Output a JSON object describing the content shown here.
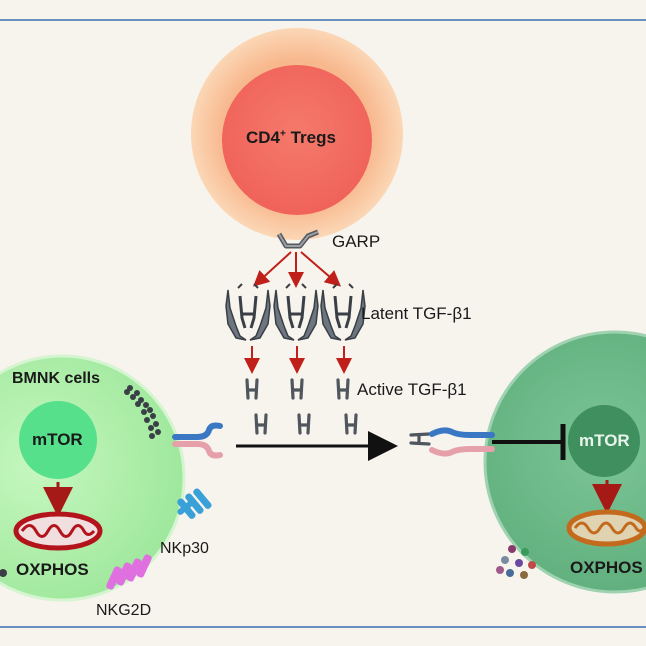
{
  "diagram": {
    "treg_cell": {
      "label_main": "CD4",
      "label_sup": "+",
      "label_rest": " Tregs"
    },
    "garp": {
      "label": "GARP"
    },
    "latent_tgf": {
      "label": "Latent TGF-β1"
    },
    "active_tgf": {
      "label": "Active TGF-β1"
    },
    "bmnk_cell": {
      "title": "BMNK cells",
      "mtor_label": "mTOR",
      "oxphos_label": "OXPHOS",
      "nkp30_label": "NKp30",
      "nkg2d_label": "NKG2D"
    },
    "suppressed_cell": {
      "mtor_label": "mTOR",
      "oxphos_label": "OXPHOS"
    },
    "colors": {
      "background": "#f7f4ee",
      "frame": "#3b6fb0",
      "treg_outer": "#f6c39b",
      "treg_inner": "#f26d62",
      "bmnk_cell": "#b9f2b3",
      "bmnk_mtor": "#56e08c",
      "suppressed_cell": "#6fbb8a",
      "suppressed_mtor": "#3f8f5f",
      "arrow_red": "#c0201a",
      "mito_red": "#b3131b",
      "mito_orange": "#c46a1c",
      "nkp30": "#3aa0d8",
      "nkg2d": "#e070e0"
    }
  }
}
